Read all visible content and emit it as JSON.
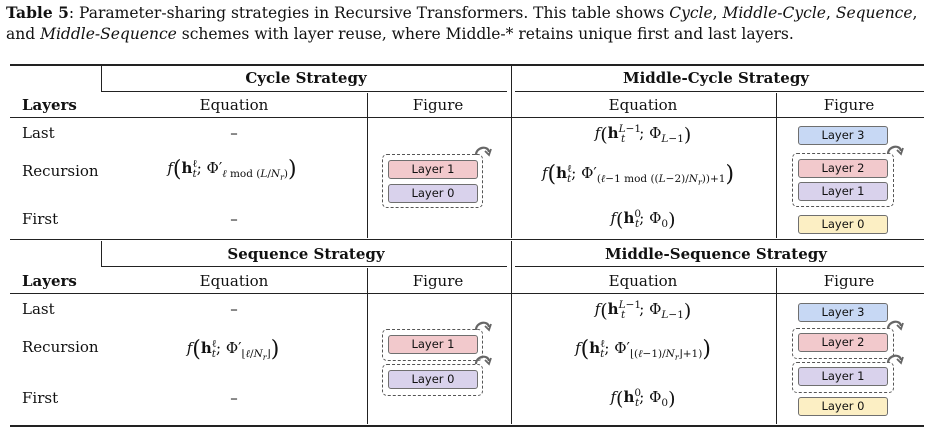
{
  "caption": {
    "label": "Table 5",
    "sep": ":",
    "text_a": " Parameter-sharing strategies in Recursive Transformers. This table shows ",
    "cycle": "Cycle",
    "comma1": ", ",
    "middle_cycle": "Middle-Cycle",
    "comma2": ", ",
    "sequence": "Sequence",
    "and": ", and",
    "middle_sequence": "Middle-Sequence",
    "text_b": " schemes with layer reuse, where Middle-* retains unique first and last layers."
  },
  "top": {
    "cycle_title": "Cycle Strategy",
    "middle_cycle_title": "Middle-Cycle Strategy",
    "layers_label": "Layers",
    "equation_label": "Equation",
    "figure_label": "Figure",
    "rows": [
      "Last",
      "Recursion",
      "First"
    ],
    "dash": "–"
  },
  "bottom": {
    "sequence_title": "Sequence Strategy",
    "middle_sequence_title": "Middle-Sequence Strategy",
    "layers_label": "Layers",
    "equation_label": "Equation",
    "figure_label": "Figure",
    "rows": [
      "Last",
      "Recursion",
      "First"
    ],
    "dash": "–"
  },
  "layers": {
    "layer0": "Layer 0",
    "layer1": "Layer 1",
    "layer2": "Layer 2",
    "layer3": "Layer 3"
  },
  "colors": {
    "layer0": "#d9d2ec",
    "layer1": "#f2c9cc",
    "layer3": "#c7d8f4",
    "first": "#fcefc4"
  }
}
